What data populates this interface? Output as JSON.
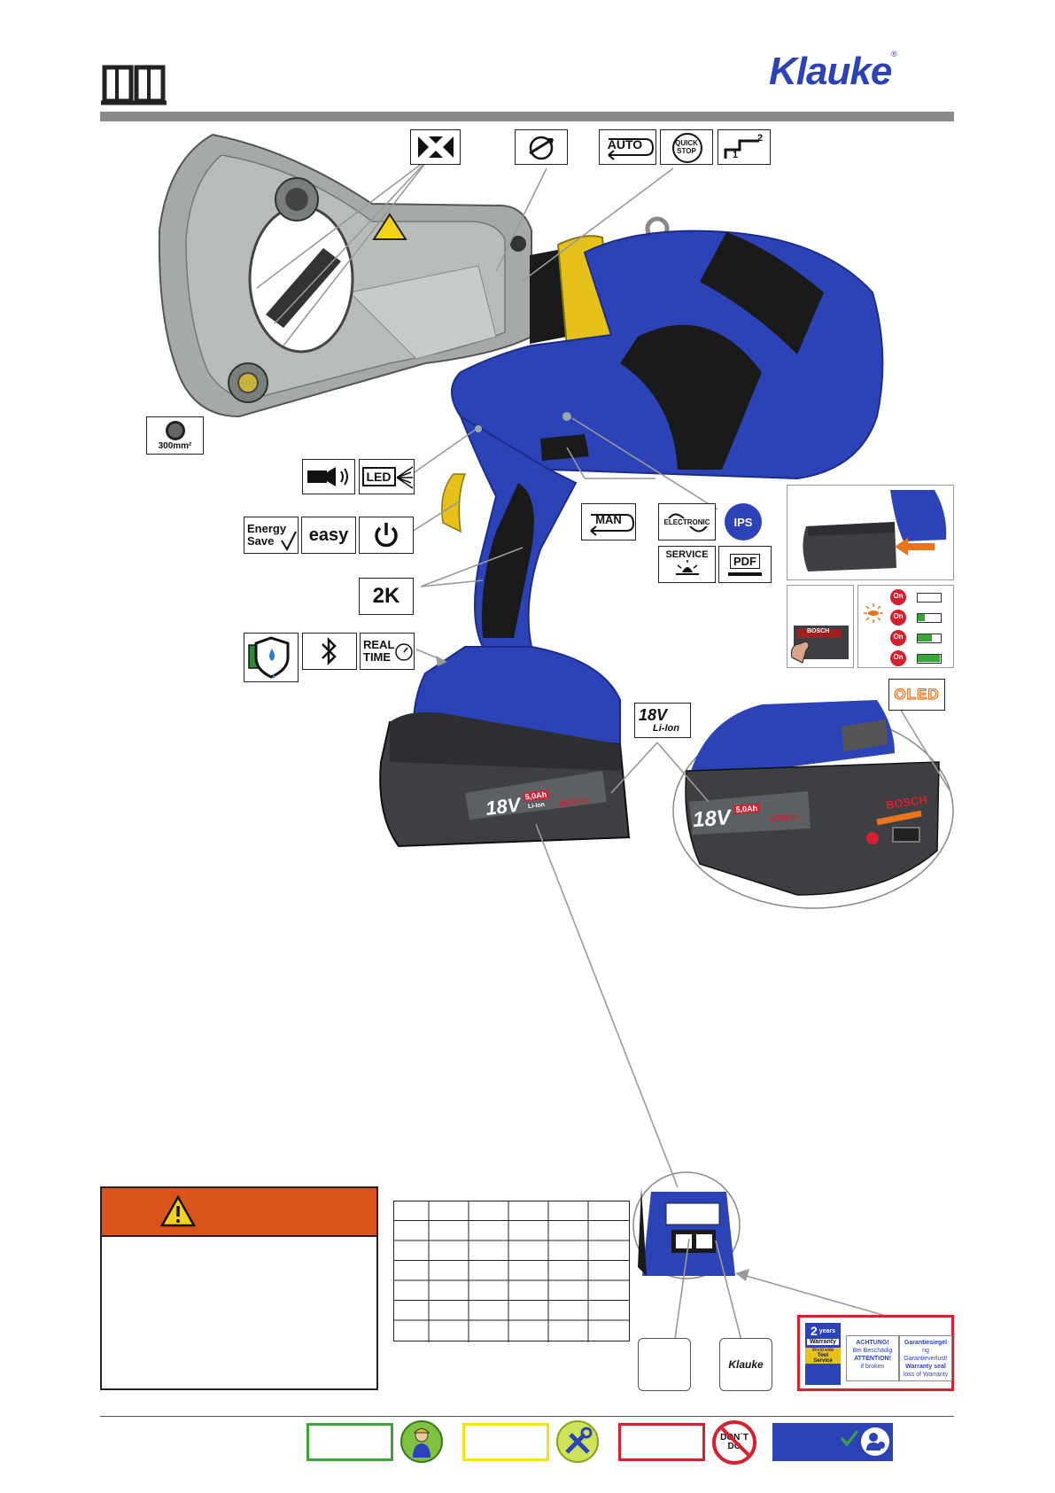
{
  "header": {
    "brand": "Klauke",
    "registered": "®",
    "book_icon": "manual-book-icon"
  },
  "colors": {
    "tool_blue": "#2c43b8",
    "tool_dark_blue": "#1c2c8a",
    "grip_black": "#1a1a1a",
    "head_gray": "#a6aaa7",
    "accent_yellow": "#e6c219",
    "warning_orange": "#d9531a",
    "header_bar": "#8a8a8a",
    "green": "#3aa63a",
    "yellow": "#f2e21a",
    "red": "#d62030",
    "blue_box": "#2c43b8"
  },
  "pictograms": {
    "cross_section": "300mm²",
    "led": "LED",
    "auto": "AUTO",
    "quick": "QUICK",
    "stop": "STOP",
    "stage_1": "1",
    "stage_2": "2",
    "energy": "Energy",
    "save": "Save",
    "easy": "easy",
    "two_k": "2K",
    "man": "MAN",
    "electronic": "ELECTRONIC",
    "ips": "IPS",
    "service": "SERVICE",
    "pdf": "PDF",
    "real": "REAL",
    "time": "TIME",
    "voltage": "18V",
    "li_ion": "Li-Ion",
    "oled": "OLED"
  },
  "battery_label": {
    "voltage": "18V",
    "capacity": "5,0Ah",
    "chem": "Li-Ion",
    "brand": "BOSCH"
  },
  "charge_states": {
    "on1": "On",
    "on2": "On",
    "on3": "On",
    "on4": "On",
    "bosch_small": "BOSCH"
  },
  "warning_box": {
    "icon": "warning-triangle-icon"
  },
  "seal_sticker": {
    "years_num": "2",
    "years": "years",
    "warranty": "Warranty",
    "world_wide": "World wide",
    "tool": "Tool",
    "service": "Service",
    "achtung": "ACHTUNG!",
    "bei_beschaedigung": "Bei Beschädig",
    "garantiesiegel": "Garantiesiegel",
    "garantieverlust": "ng Garantieverlust!",
    "attention": "ATTENTION!",
    "warranty_seal": "Warranty seal",
    "if_broken": "if broken",
    "loss_of_warranty": "loss of Warranty"
  },
  "bottom_klauke": "Klauke",
  "footer": {
    "dont_1": "DON´T",
    "dont_2": "DO"
  }
}
